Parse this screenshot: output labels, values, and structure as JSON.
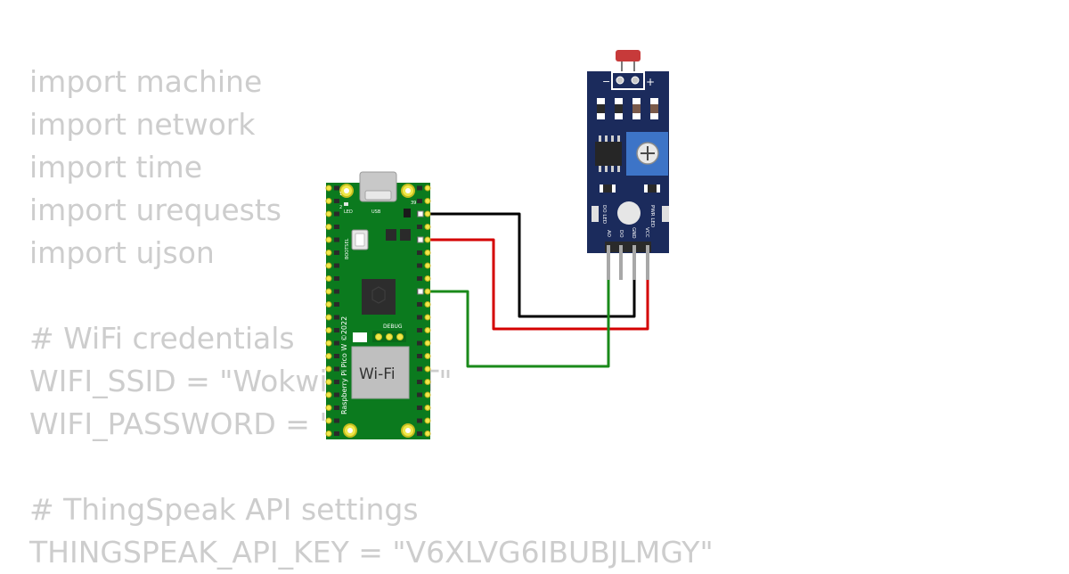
{
  "code_lines": [
    "import machine",
    "import network",
    "import time",
    "import urequests",
    "import ujson",
    "",
    "# WiFi credentials",
    "WIFI_SSID = \"Wokwi-GUEST\"",
    "WIFI_PASSWORD = \"\"",
    "",
    "# ThingSpeak API settings",
    "THINGSPEAK_API_KEY = \"V6XLVG6IBUBJLMGY\""
  ],
  "pico": {
    "model_label": "Raspberry Pi Pico W ©2022",
    "led_label": "LED",
    "usb_label": "USB",
    "bootsel_label": "BOOTSEL",
    "debug_label": "DEBUG",
    "wifi_label": "Wi-Fi",
    "pin1_label": "1",
    "pin2_label": "2",
    "pin39_label": "39",
    "board_color": "#0b7a1e"
  },
  "sensor": {
    "minus_label": "−",
    "plus_label": "+",
    "do_led_label": "DO LED",
    "pwr_led_label": "PWR LED",
    "pin_labels": [
      "AO",
      "DO",
      "GND",
      "VCC"
    ],
    "board_color": "#1b2b5c",
    "pot_color": "#3d74c7",
    "ldr_color": "#c73a3a"
  },
  "wires": {
    "gnd_color": "#000000",
    "vcc_color": "#d40000",
    "ao_color": "#1a8a1a"
  }
}
